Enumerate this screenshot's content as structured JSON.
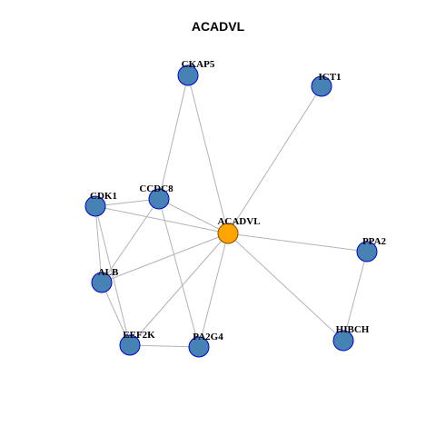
{
  "title": "ACADVL",
  "colors": {
    "hub_fill": "#ffa500",
    "hub_stroke": "#8b4500",
    "node_fill": "#4682b4",
    "node_stroke": "#0000cd",
    "edge": "#b3b3b3"
  },
  "nodes": [
    {
      "id": "ACADVL",
      "label": "ACADVL",
      "hub": true
    },
    {
      "id": "CKAP5",
      "label": "CKAP5",
      "hub": false
    },
    {
      "id": "ICT1",
      "label": "ICT1",
      "hub": false
    },
    {
      "id": "CCDC8",
      "label": "CCDC8",
      "hub": false
    },
    {
      "id": "CDK1",
      "label": "CDK1",
      "hub": false
    },
    {
      "id": "PPA2",
      "label": "PPA2",
      "hub": false
    },
    {
      "id": "ALB",
      "label": "ALB",
      "hub": false
    },
    {
      "id": "EEF2K",
      "label": "EEF2K",
      "hub": false
    },
    {
      "id": "PA2G4",
      "label": "PA2G4",
      "hub": false
    },
    {
      "id": "HIBCH",
      "label": "HIBCH",
      "hub": false
    }
  ],
  "edges": [
    [
      "ACADVL",
      "CKAP5"
    ],
    [
      "ACADVL",
      "ICT1"
    ],
    [
      "ACADVL",
      "CCDC8"
    ],
    [
      "ACADVL",
      "CDK1"
    ],
    [
      "ACADVL",
      "PPA2"
    ],
    [
      "ACADVL",
      "ALB"
    ],
    [
      "ACADVL",
      "EEF2K"
    ],
    [
      "ACADVL",
      "PA2G4"
    ],
    [
      "ACADVL",
      "HIBCH"
    ],
    [
      "CKAP5",
      "CCDC8"
    ],
    [
      "CCDC8",
      "CDK1"
    ],
    [
      "CCDC8",
      "ALB"
    ],
    [
      "CCDC8",
      "PA2G4"
    ],
    [
      "CDK1",
      "ALB"
    ],
    [
      "CDK1",
      "EEF2K"
    ],
    [
      "ALB",
      "EEF2K"
    ],
    [
      "EEF2K",
      "PA2G4"
    ],
    [
      "PPA2",
      "HIBCH"
    ]
  ]
}
